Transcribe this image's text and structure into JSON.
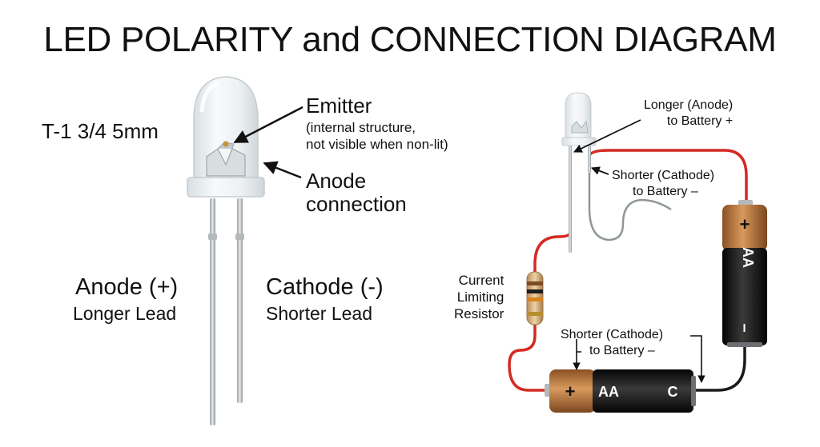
{
  "title": "LED POLARITY and CONNECTION DIAGRAM",
  "led": {
    "package": "T-1 3/4 5mm",
    "emitter": {
      "label": "Emitter",
      "note_line1": "(internal structure,",
      "note_line2": "not visible when non-lit)"
    },
    "anode_connection": {
      "line1": "Anode",
      "line2": "connection"
    },
    "anode": {
      "label": "Anode (+)",
      "sub": "Longer Lead"
    },
    "cathode": {
      "label": "Cathode (-)",
      "sub": "Shorter Lead"
    }
  },
  "circuit": {
    "longer_lead": {
      "line1": "Longer (Anode)",
      "line2": "to Battery +"
    },
    "shorter_lead_top": {
      "line1": "Shorter (Cathode)",
      "line2": "to Battery –"
    },
    "resistor": {
      "line1": "Current",
      "line2": "Limiting",
      "line3": "Resistor"
    },
    "shorter_lead_bottom": {
      "line1": "Shorter (Cathode)",
      "line2": "to Battery –"
    },
    "battery_vertical": {
      "plus": "+",
      "type": "AA",
      "minus": "–"
    },
    "battery_horizontal": {
      "plus": "+",
      "type": "AA",
      "end": "C"
    }
  },
  "colors": {
    "wire_red": "#d42a22",
    "wire_black": "#1a1a1a",
    "battery_copper": "#c98648",
    "battery_black": "#161616",
    "led_lens": "#eef2f4"
  }
}
